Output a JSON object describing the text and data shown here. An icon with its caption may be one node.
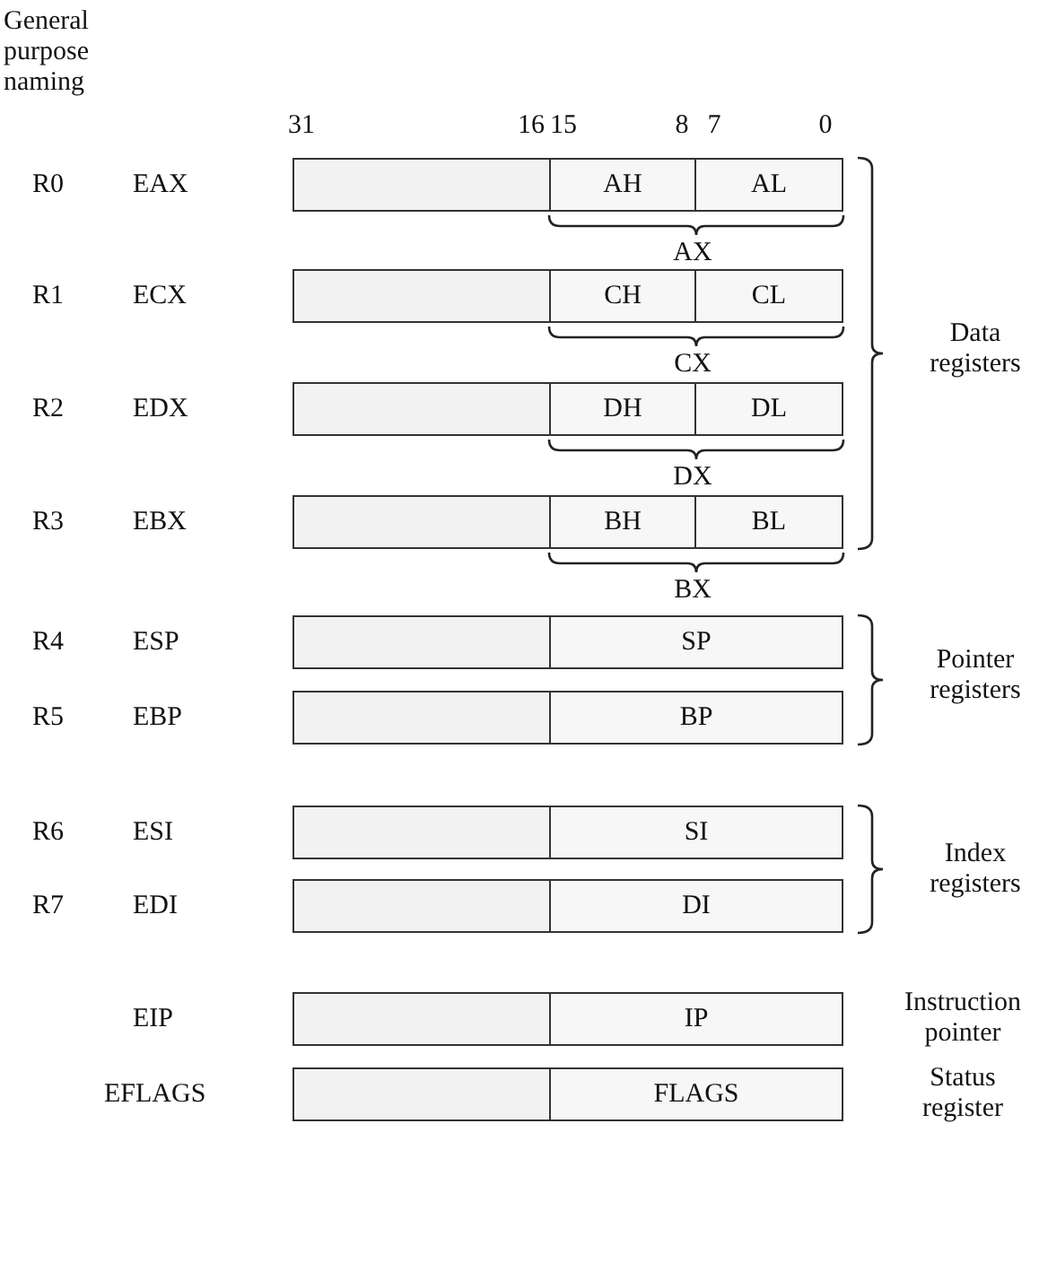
{
  "diagram": {
    "nodes": [
      {
        "text": [],
        "shape": "box"
      },
      {
        "text": [
          "AH"
        ],
        "in": 0
      },
      {
        "text": [
          "AL"
        ],
        "in": 0
      },
      {
        "text": [],
        "shape": "box"
      },
      {
        "text": [
          "CH"
        ],
        "in": 3
      },
      {
        "text": [
          "CL"
        ],
        "in": 3
      },
      {
        "text": [],
        "shape": "box"
      },
      {
        "text": [
          "DH"
        ],
        "in": 6
      },
      {
        "text": [
          "DL"
        ],
        "in": 6
      },
      {
        "text": [],
        "shape": "box"
      },
      {
        "text": [
          "BH"
        ],
        "in": 9
      },
      {
        "text": [
          "BL"
        ],
        "in": 9
      },
      {
        "text": [],
        "shape": "box"
      },
      {
        "text": [
          "SP"
        ],
        "in": 12
      },
      {
        "text": [],
        "shape": "box"
      },
      {
        "text": [
          "BP"
        ],
        "in": 14
      },
      {
        "text": [],
        "shape": "box"
      },
      {
        "text": [
          "SI"
        ],
        "in": 16
      },
      {
        "text": [],
        "shape": "box"
      },
      {
        "text": [
          "DI"
        ],
        "in": 18
      },
      {
        "text": [],
        "shape": "box"
      },
      {
        "text": [
          "IP"
        ],
        "in": 20
      },
      {
        "text": [],
        "shape": "box"
      },
      {
        "text": [
          "FLAGS"
        ],
        "in": 22
      }
    ],
    "labels": [
      "General purpose naming",
      "31",
      "16",
      "15",
      "8",
      "7",
      "0",
      "R0",
      "EAX",
      "AX",
      "R1",
      "ECX",
      "CX",
      "Data registers",
      "R2",
      "EDX",
      "DX",
      "R3",
      "EBX",
      "BX",
      "R4",
      "ESP",
      "Pointer registers",
      "R5",
      "EBP",
      "R6",
      "ESI",
      "Index registers",
      "R7",
      "EDI",
      "EIP",
      "Instruction pointer",
      "EFLAGS",
      "Status register"
    ]
  }
}
